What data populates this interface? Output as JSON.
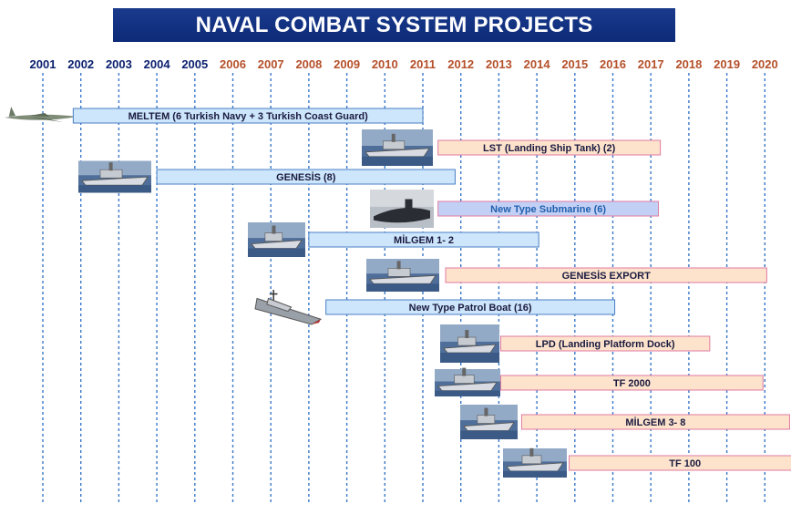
{
  "title": "NAVAL COMBAT SYSTEM PROJECTS",
  "colors": {
    "past_year": "#0a1f6e",
    "future_year": "#b5502a",
    "blue_bar_fill": "#cde6fb",
    "blue_bar_stroke": "#4a7fc4",
    "peach_bar_fill": "#fde3cc",
    "peach_bar_stroke": "#e07aa0",
    "lavender_bar_fill": "#c3d0f5",
    "gridline": "#3a78c8",
    "label_dark": "#1a1a40",
    "label_blue": "#1f5fae"
  },
  "chart_data": {
    "type": "gantt",
    "title": "NAVAL COMBAT SYSTEM PROJECTS",
    "x_axis_years": [
      "2001",
      "2002",
      "2003",
      "2004",
      "2005",
      "2006",
      "2007",
      "2008",
      "2009",
      "2010",
      "2011",
      "2012",
      "2013",
      "2014",
      "2015",
      "2016",
      "2017",
      "2018",
      "2019",
      "2020"
    ],
    "future_years_from": 2006,
    "grid": "dashed vertical",
    "projects": [
      {
        "label": "MELTEM  (6 Turkish Navy + 3 Turkish Coast Guard)",
        "start": 2001.8,
        "end": 2011.0,
        "style": "blue",
        "image": "maritime-patrol-aircraft"
      },
      {
        "label": "LST (Landing Ship Tank)  (2)",
        "start": 2011.4,
        "end": 2017.25,
        "style": "peach",
        "image": "landing-ship-tank"
      },
      {
        "label": "GENESİS (8)",
        "start": 2004.0,
        "end": 2011.85,
        "style": "blue",
        "image": "frigate"
      },
      {
        "label": "New Type Submarine  (6)",
        "start": 2011.4,
        "end": 2017.2,
        "style": "lavender",
        "image": "submarine"
      },
      {
        "label": "MİLGEM 1- 2",
        "start": 2008.0,
        "end": 2014.05,
        "style": "blue",
        "image": "corvette"
      },
      {
        "label": "GENESİS EXPORT",
        "start": 2011.6,
        "end": 2020.05,
        "style": "peach",
        "image": "frigate"
      },
      {
        "label": "New Type Patrol Boat  (16)",
        "start": 2008.45,
        "end": 2016.05,
        "style": "blue",
        "image": "patrol-boat"
      },
      {
        "label": "LPD (Landing Platform Dock)",
        "start": 2013.05,
        "end": 2018.55,
        "style": "peach",
        "image": "landing-platform-dock"
      },
      {
        "label": "TF 2000",
        "start": 2013.05,
        "end": 2019.95,
        "style": "peach",
        "image": "frigate"
      },
      {
        "label": "MİLGEM 3- 8",
        "start": 2013.6,
        "end": 2020.65,
        "style": "peach",
        "image": "corvette"
      },
      {
        "label": "TF 100",
        "start": 2014.85,
        "end": 2020.95,
        "style": "peach",
        "image": "frigate"
      }
    ]
  }
}
